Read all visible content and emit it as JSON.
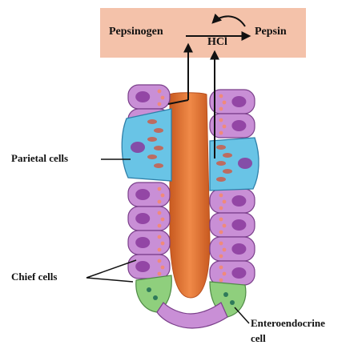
{
  "reaction": {
    "reactant": "Pepsinogen",
    "catalyst": "HCl",
    "product": "Pepsin"
  },
  "labels": {
    "parietal": "Parietal cells",
    "chief": "Chief cells",
    "entero_line1": "Enteroendocrine",
    "entero_line2": "cell"
  },
  "colors": {
    "box": "#f4c2aa",
    "lumen": "#e07a3a",
    "chief_cell": "#c98fd6",
    "parietal_cell": "#69c4e6",
    "entero_cell": "#8fcf7d",
    "nucleus": "#8a3a9c",
    "granule": "#f08a7a"
  }
}
